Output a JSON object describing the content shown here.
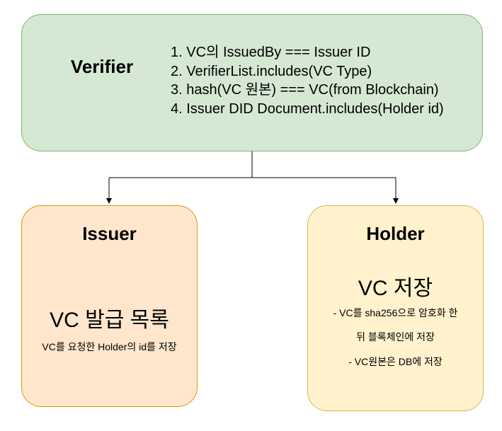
{
  "verifier": {
    "title": "Verifier",
    "checks": [
      "1. VC의 IssuedBy === Issuer ID",
      "2. VerifierList.includes(VC Type)",
      "3. hash(VC 원본) === VC(from Blockchain)",
      "4. Issuer DID Document.includes(Holder id)"
    ]
  },
  "issuer": {
    "title": "Issuer",
    "subtitle": "VC 발급 목록",
    "note": "VC를 요청한 Holder의 id를 저장"
  },
  "holder": {
    "title": "Holder",
    "subtitle": "VC 저장",
    "notes": [
      "- VC를 sha256으로 암호화 한",
      "뒤 블록체인에 저장",
      "- VC원본은 DB에 저장"
    ]
  },
  "colors": {
    "verifier_fill": "#d5e8d4",
    "verifier_stroke": "#82b366",
    "issuer_fill": "#ffe6cc",
    "issuer_stroke": "#d79b00",
    "holder_fill": "#fff2cc",
    "holder_stroke": "#d6b656",
    "connector": "#000000"
  }
}
